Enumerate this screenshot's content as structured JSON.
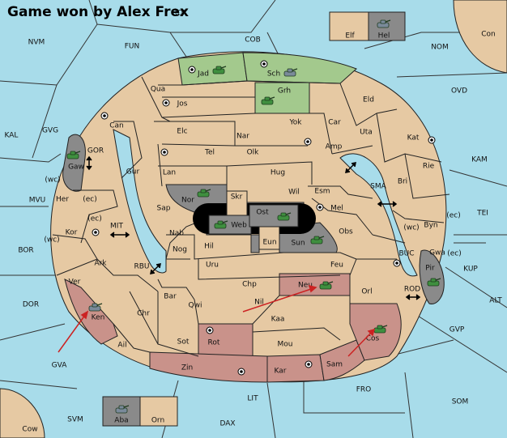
{
  "title": "Game won by Alex Frex",
  "colors": {
    "sea": "#a8dcea",
    "neutral_land": "#e6c9a3",
    "green_player": "#a3c98d",
    "red_player": "#c9928a",
    "gray_player": "#8a8a8a",
    "impassable": "#000000",
    "order_arrow": "#cc2222"
  },
  "seas": [
    "NVM",
    "FUN",
    "COB",
    "ROT",
    "NOM",
    "Con",
    "OVD",
    "KAL",
    "GVG",
    "GOR",
    "KAM",
    "SMA",
    "MVU",
    "MIT",
    "TEI",
    "BOR",
    "RBU",
    "BUC",
    "KUP",
    "DOR",
    "ROD",
    "ALT",
    "GVP",
    "GVA",
    "FRO",
    "LIT",
    "SOM",
    "SVM",
    "DAX",
    "Cow"
  ],
  "coast_markers": [
    "(wc)",
    "(ec)",
    "(ec)",
    "(wc)",
    "(wc)",
    "(ec)",
    "(ec)"
  ],
  "provinces": [
    {
      "name": "Jad",
      "owner": "green",
      "unit": "army-green",
      "sc": true
    },
    {
      "name": "Sch",
      "owner": "green",
      "unit": "fleet-gray",
      "sc": true
    },
    {
      "name": "Grh",
      "owner": "green",
      "unit": "army-green",
      "sc": false
    },
    {
      "name": "Qua",
      "owner": "none",
      "unit": "",
      "sc": false
    },
    {
      "name": "Jos",
      "owner": "none",
      "unit": "",
      "sc": true
    },
    {
      "name": "Eld",
      "owner": "none",
      "unit": "",
      "sc": false
    },
    {
      "name": "Can",
      "owner": "none",
      "unit": "",
      "sc": true
    },
    {
      "name": "Elc",
      "owner": "none",
      "unit": "",
      "sc": false
    },
    {
      "name": "Nar",
      "owner": "none",
      "unit": "",
      "sc": false
    },
    {
      "name": "Yok",
      "owner": "none",
      "unit": "",
      "sc": true
    },
    {
      "name": "Car",
      "owner": "none",
      "unit": "",
      "sc": false
    },
    {
      "name": "Uta",
      "owner": "none",
      "unit": "",
      "sc": false
    },
    {
      "name": "Kat",
      "owner": "none",
      "unit": "",
      "sc": true
    },
    {
      "name": "Tel",
      "owner": "none",
      "unit": "",
      "sc": true
    },
    {
      "name": "Olk",
      "owner": "none",
      "unit": "",
      "sc": false
    },
    {
      "name": "Amp",
      "owner": "none",
      "unit": "",
      "sc": false
    },
    {
      "name": "Gaw",
      "owner": "gray",
      "unit": "army-green",
      "sc": false
    },
    {
      "name": "Gur",
      "owner": "none",
      "unit": "",
      "sc": false
    },
    {
      "name": "Lan",
      "owner": "none",
      "unit": "",
      "sc": false
    },
    {
      "name": "Hug",
      "owner": "none",
      "unit": "",
      "sc": false
    },
    {
      "name": "Rie",
      "owner": "none",
      "unit": "",
      "sc": false
    },
    {
      "name": "Bri",
      "owner": "none",
      "unit": "",
      "sc": false
    },
    {
      "name": "Her",
      "owner": "none",
      "unit": "",
      "sc": false
    },
    {
      "name": "Nor",
      "owner": "gray",
      "unit": "army-green",
      "sc": false
    },
    {
      "name": "Skr",
      "owner": "none",
      "unit": "",
      "sc": false
    },
    {
      "name": "Wil",
      "owner": "none",
      "unit": "",
      "sc": false
    },
    {
      "name": "Esm",
      "owner": "none",
      "unit": "",
      "sc": false
    },
    {
      "name": "Sap",
      "owner": "none",
      "unit": "",
      "sc": false
    },
    {
      "name": "Ost",
      "owner": "gray",
      "unit": "army-green",
      "sc": false
    },
    {
      "name": "Web",
      "owner": "gray",
      "unit": "army-green",
      "sc": false
    },
    {
      "name": "Mel",
      "owner": "none",
      "unit": "",
      "sc": true
    },
    {
      "name": "Byn",
      "owner": "none",
      "unit": "",
      "sc": false
    },
    {
      "name": "Kor",
      "owner": "none",
      "unit": "",
      "sc": true
    },
    {
      "name": "Nab",
      "owner": "none",
      "unit": "",
      "sc": false
    },
    {
      "name": "Obs",
      "owner": "none",
      "unit": "",
      "sc": false
    },
    {
      "name": "Eun",
      "owner": "none",
      "unit": "",
      "sc": false
    },
    {
      "name": "Sun",
      "owner": "gray",
      "unit": "army-green",
      "sc": false
    },
    {
      "name": "Hil",
      "owner": "none",
      "unit": "",
      "sc": false
    },
    {
      "name": "Gwa",
      "owner": "none",
      "unit": "",
      "sc": false
    },
    {
      "name": "Nog",
      "owner": "none",
      "unit": "",
      "sc": false
    },
    {
      "name": "Ark",
      "owner": "none",
      "unit": "",
      "sc": false
    },
    {
      "name": "Uru",
      "owner": "none",
      "unit": "",
      "sc": false
    },
    {
      "name": "Feu",
      "owner": "none",
      "unit": "",
      "sc": false
    },
    {
      "name": "Pir",
      "owner": "gray",
      "unit": "army-green",
      "sc": false
    },
    {
      "name": "Ver",
      "owner": "none",
      "unit": "",
      "sc": false
    },
    {
      "name": "Chp",
      "owner": "none",
      "unit": "",
      "sc": false
    },
    {
      "name": "Neu",
      "owner": "red",
      "unit": "army-green",
      "sc": false
    },
    {
      "name": "Bar",
      "owner": "none",
      "unit": "",
      "sc": false
    },
    {
      "name": "Orl",
      "owner": "none",
      "unit": "",
      "sc": true
    },
    {
      "name": "Nil",
      "owner": "none",
      "unit": "",
      "sc": false
    },
    {
      "name": "Qwi",
      "owner": "none",
      "unit": "",
      "sc": false
    },
    {
      "name": "Ken",
      "owner": "red",
      "unit": "fleet-gray",
      "sc": false
    },
    {
      "name": "Chr",
      "owner": "none",
      "unit": "",
      "sc": false
    },
    {
      "name": "Kaa",
      "owner": "none",
      "unit": "",
      "sc": false
    },
    {
      "name": "Ail",
      "owner": "none",
      "unit": "",
      "sc": false
    },
    {
      "name": "Sot",
      "owner": "none",
      "unit": "",
      "sc": false
    },
    {
      "name": "Rot",
      "owner": "red",
      "unit": "",
      "sc": true
    },
    {
      "name": "Mou",
      "owner": "none",
      "unit": "",
      "sc": false
    },
    {
      "name": "Cos",
      "owner": "red",
      "unit": "army-green",
      "sc": false
    },
    {
      "name": "Zin",
      "owner": "red",
      "unit": "",
      "sc": true
    },
    {
      "name": "Kar",
      "owner": "red",
      "unit": "",
      "sc": true
    },
    {
      "name": "Sam",
      "owner": "red",
      "unit": "",
      "sc": false
    },
    {
      "name": "Elf",
      "owner": "none",
      "unit": "",
      "sc": false
    },
    {
      "name": "Hel",
      "owner": "gray",
      "unit": "fleet-gray",
      "sc": false
    },
    {
      "name": "Aba",
      "owner": "gray",
      "unit": "fleet-gray",
      "sc": false
    },
    {
      "name": "Orn",
      "owner": "none",
      "unit": "",
      "sc": false
    }
  ]
}
